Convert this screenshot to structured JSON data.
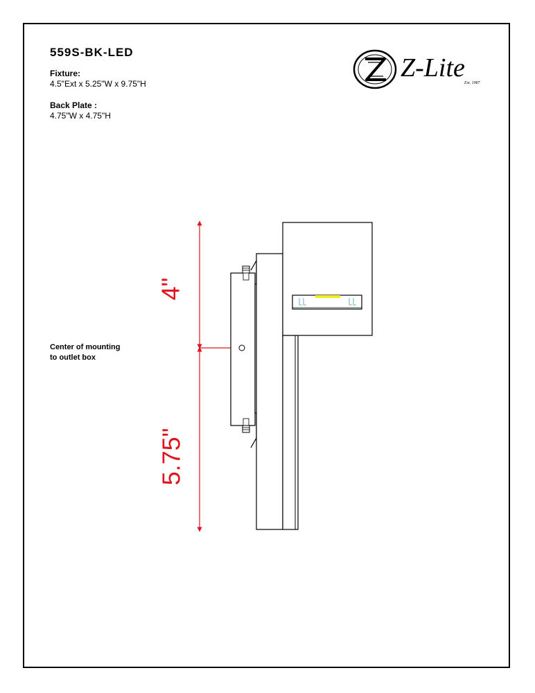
{
  "model_number": "559S-BK-LED",
  "fixture": {
    "label": "Fixture:",
    "value": "4.5\"Ext x 5.25\"W x 9.75\"H"
  },
  "back_plate": {
    "label": "Back Plate :",
    "value": "4.75\"W x 4.75\"H"
  },
  "callout": {
    "line1": "Center of mounting",
    "line2": "to outlet box"
  },
  "dimensions": {
    "upper": "4\"",
    "lower": "5.75\""
  },
  "logo": {
    "brand": "Z-Lite",
    "est": "Est. 1987"
  },
  "colors": {
    "dimension": "#e0141e",
    "led": "#f2ee1a",
    "line": "#000000"
  }
}
